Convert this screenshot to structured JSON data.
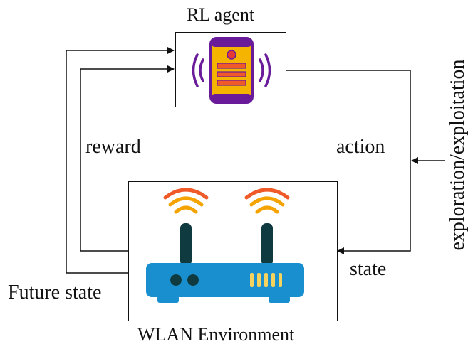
{
  "diagram": {
    "agent_label": "RL agent",
    "environment_label": "WLAN Environment",
    "edge_labels": {
      "reward": "reward",
      "action": "action",
      "state": "state",
      "future_state": "Future state",
      "exploration": "exploration/exploitation"
    }
  },
  "colors": {
    "phone_outline": "#6a1b9a",
    "phone_screen": "#f4b400",
    "phone_accent": "#e53935",
    "router_body": "#1a8fd0",
    "router_antenna": "#0f3b40",
    "signal_inner": "#f4a300",
    "signal_outer": "#f05a28",
    "router_lights": "#f4d35e"
  }
}
